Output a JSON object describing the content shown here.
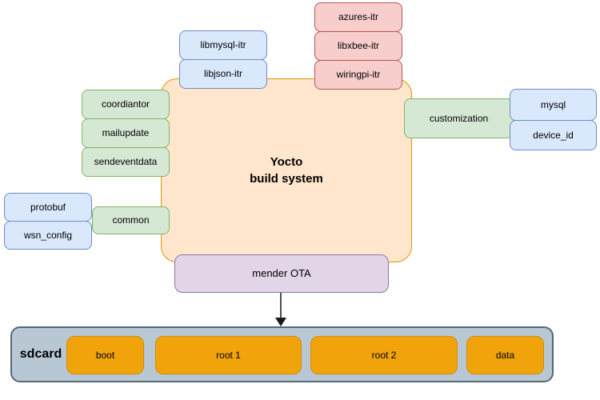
{
  "colors": {
    "background": "#ffffff",
    "text": "#000000",
    "blue_fill": "#dae8fc",
    "blue_stroke": "#6c8ebf",
    "green_fill": "#d5e8d4",
    "green_stroke": "#82b366",
    "red_fill": "#f8cecc",
    "red_stroke": "#b85450",
    "core_fill": "#ffe6cc",
    "core_stroke": "#d79b00",
    "purple_fill": "#e1d5e7",
    "purple_stroke": "#9673a6",
    "partition_fill": "#f0a30a",
    "partition_stroke": "#d48d00",
    "sdcard_fill": "#b7c7d3",
    "sdcard_stroke": "#54687a"
  },
  "diagram": {
    "core": {
      "label": "Yocto\nbuild system"
    },
    "library_group": {
      "libmysql": "libmysql-itr",
      "libjson": "libjson-itr"
    },
    "cloud_group": {
      "azures": "azures-itr",
      "libxbee": "libxbee-itr",
      "wiringpi": "wiringpi-itr"
    },
    "app_group": {
      "coordiantor": "coordiantor",
      "mailupdate": "mailupdate",
      "sendeventdata": "sendeventdata"
    },
    "common_group": {
      "common": "common",
      "protobuf": "protobuf",
      "wsn_config": "wsn_config"
    },
    "customization_group": {
      "customization": "customization",
      "mysql": "mysql",
      "device_id": "device_id"
    },
    "mender": {
      "label": "mender OTA"
    },
    "sdcard": {
      "label": "sdcard",
      "partitions": [
        "boot",
        "root 1",
        "root 2",
        "data"
      ]
    }
  }
}
